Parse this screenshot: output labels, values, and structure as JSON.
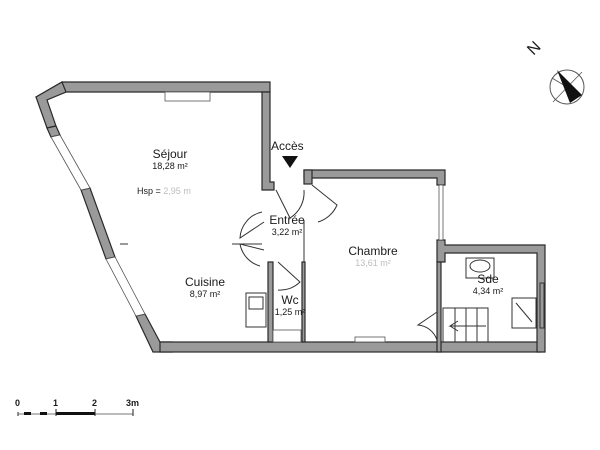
{
  "plan": {
    "rooms": [
      {
        "id": "sejour",
        "name": "Séjour",
        "area": "18,28",
        "unit": "m²"
      },
      {
        "id": "cuisine",
        "name": "Cuisine",
        "area": "8,97",
        "unit": "m²"
      },
      {
        "id": "entree",
        "name": "Entrée",
        "area": "3,22",
        "unit": "m²"
      },
      {
        "id": "wc",
        "name": "Wc",
        "area": "1,25",
        "unit": "m²"
      },
      {
        "id": "chambre",
        "name": "Chambre",
        "area": "13,61",
        "unit": "m²"
      },
      {
        "id": "sde",
        "name": "Sde",
        "area": "4,34",
        "unit": "m²"
      }
    ],
    "ceiling_height": {
      "prefix": "Hsp = ",
      "value": "2,95",
      "unit": "m"
    },
    "access_label": "Accès",
    "compass": {
      "letter": "N",
      "icon": "north-arrow-icon"
    },
    "scale_bar": {
      "ticks": [
        "0",
        "1",
        "2",
        "3m"
      ]
    },
    "colors": {
      "wall": "#9a9a9a",
      "outline": "#2a2a2a",
      "background": "#ffffff"
    }
  }
}
